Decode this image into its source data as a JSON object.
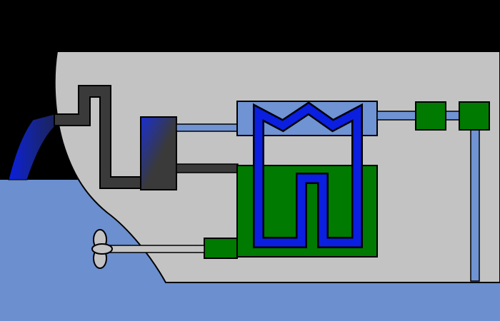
{
  "diagram": {
    "labels": [],
    "components": [
      {
        "name": "ship-hull",
        "kind": "hull"
      },
      {
        "name": "sea-water",
        "kind": "water"
      },
      {
        "name": "exhaust-stack",
        "kind": "pipe"
      },
      {
        "name": "engine-block",
        "kind": "engine"
      },
      {
        "name": "heat-exchanger-chamber",
        "kind": "vessel"
      },
      {
        "name": "coolant-loop",
        "kind": "loop"
      },
      {
        "name": "green-tank",
        "kind": "tank"
      },
      {
        "name": "motor-unit-small",
        "kind": "module"
      },
      {
        "name": "motor-unit-right",
        "kind": "module"
      },
      {
        "name": "propeller-motor",
        "kind": "module"
      },
      {
        "name": "propeller-shaft",
        "kind": "shaft"
      },
      {
        "name": "propeller",
        "kind": "propeller"
      },
      {
        "name": "exhaust-outflow",
        "kind": "flow"
      }
    ],
    "colors": {
      "background": "#000000",
      "sky": "#000000",
      "water": "#6b8fcf",
      "hull": "#c3c3c3",
      "machinery_dark": "#3a3a3a",
      "exchanger": "#6f93d3",
      "coolant": "#0a1fe0",
      "tank_green": "#007a00",
      "pipe_light": "#6f93d3",
      "outline": "#000000"
    }
  }
}
